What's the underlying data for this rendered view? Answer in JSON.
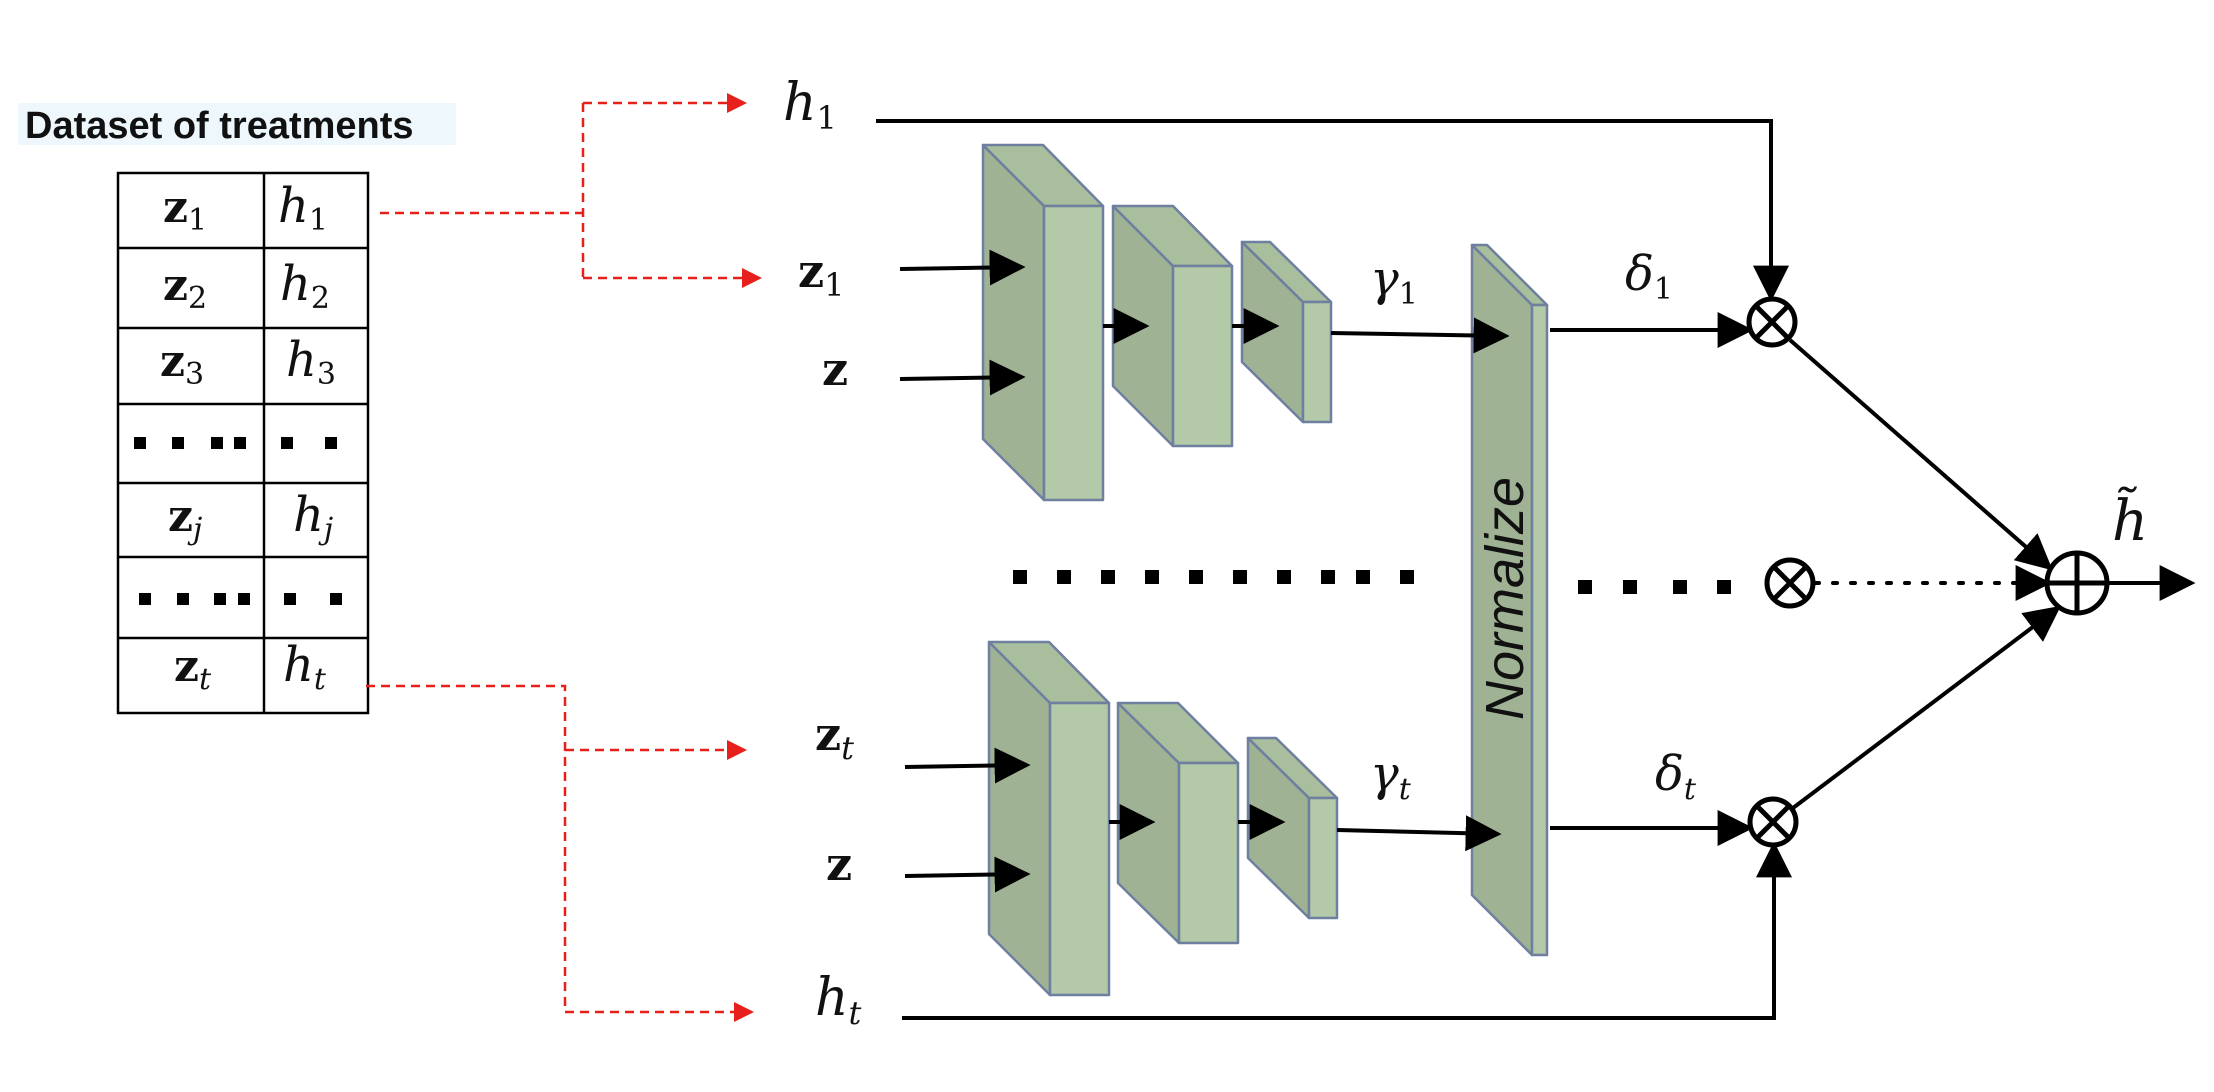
{
  "title": "Dataset of treatments",
  "table_rows": [
    {
      "z": "z",
      "z_sub": "1",
      "h": "h",
      "h_sub": "1"
    },
    {
      "z": "z",
      "z_sub": "2",
      "h": "h",
      "h_sub": "2"
    },
    {
      "z": "z",
      "z_sub": "3",
      "h": "h",
      "h_sub": "3"
    },
    {
      "z": "",
      "z_sub": "",
      "h": "",
      "h_sub": ""
    },
    {
      "z": "z",
      "z_sub": "j",
      "h": "h",
      "h_sub": "j"
    },
    {
      "z": "",
      "z_sub": "",
      "h": "",
      "h_sub": ""
    },
    {
      "z": "z",
      "z_sub": "t",
      "h": "h",
      "h_sub": "t"
    }
  ],
  "labels": {
    "top_h": "h",
    "top_h_sub": "1",
    "top_z1": "z",
    "top_z1_sub": "1",
    "top_z": "z",
    "bot_zt": "z",
    "bot_zt_sub": "t",
    "bot_z": "z",
    "bot_h": "h",
    "bot_h_sub": "t",
    "gamma1": "γ",
    "gamma1_sub": "1",
    "gammat": "γ",
    "gammat_sub": "t",
    "delta1": "δ",
    "delta1_sub": "1",
    "deltat": "δ",
    "deltat_sub": "t",
    "normalize": "Normalize",
    "output": "h̃"
  },
  "colors": {
    "block_front": "#b3c9a8",
    "block_side": "#9fb394",
    "block_edge": "#6f7f9f",
    "dashed": "#e8201c",
    "line": "#000000"
  }
}
